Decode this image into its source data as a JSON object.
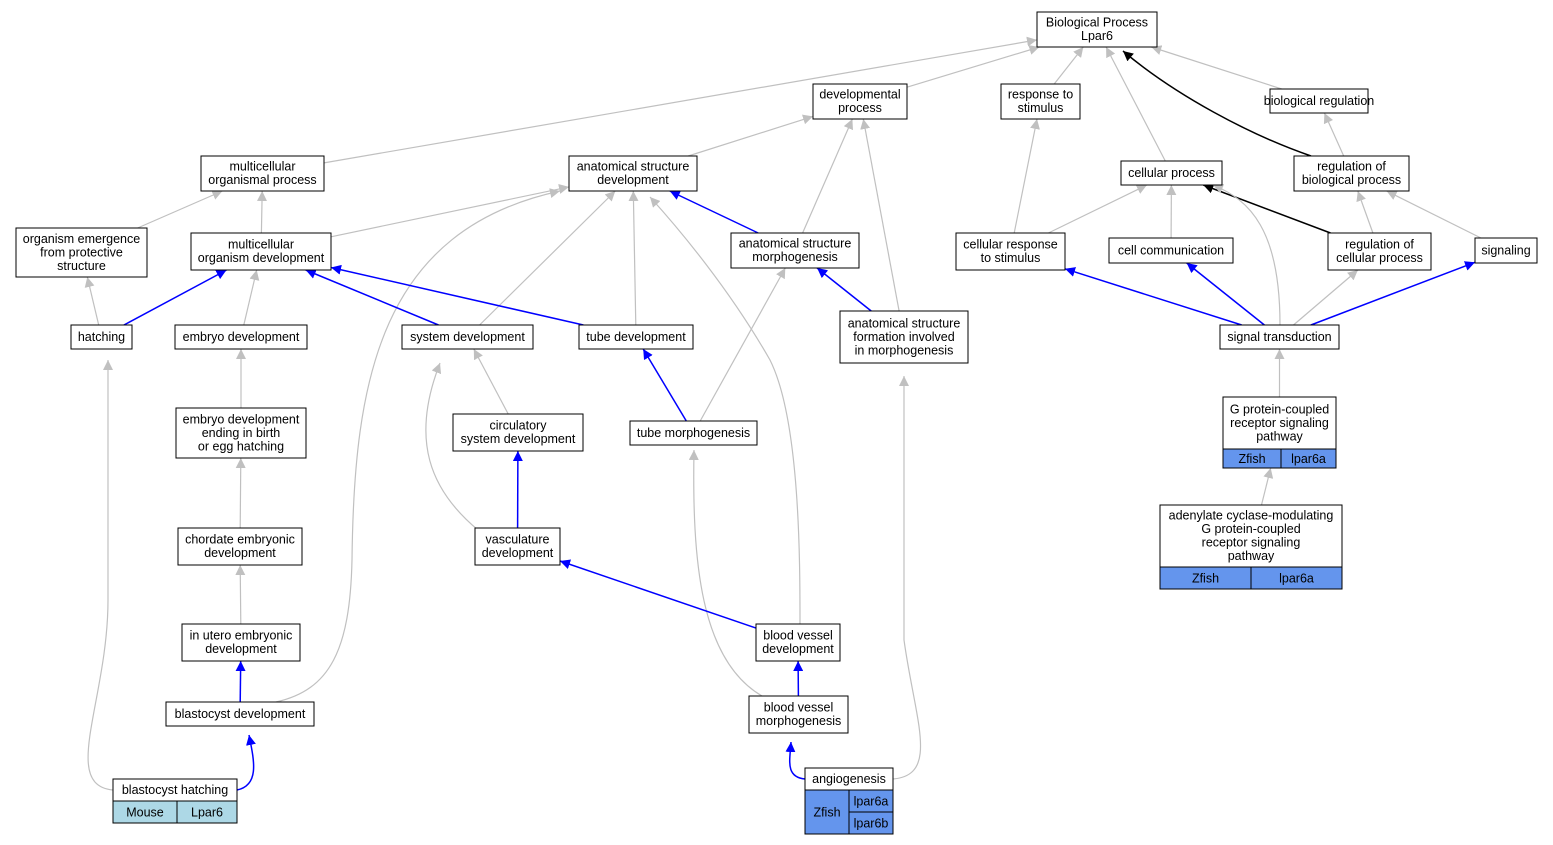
{
  "colors": {
    "gray_edge": "#c0c0c0",
    "blue_edge": "#0000ff",
    "black_edge": "#000000",
    "zfish_fill": "#6495ed",
    "mouse_fill": "#add8e6",
    "node_fill": "#ffffff"
  },
  "nodes": {
    "bp": [
      "Biological Process",
      "Lpar6"
    ],
    "devproc": [
      "developmental",
      "process"
    ],
    "resp": [
      "response to",
      "stimulus"
    ],
    "bioreg": [
      "biological regulation"
    ],
    "mcop": [
      "multicellular",
      "organismal process"
    ],
    "asd": [
      "anatomical structure",
      "development"
    ],
    "cellproc": [
      "cellular process"
    ],
    "regbp": [
      "regulation of",
      "biological process"
    ],
    "orgem": [
      "organism emergence",
      "from protective",
      "structure"
    ],
    "mcod": [
      "multicellular",
      "organism development"
    ],
    "asm": [
      "anatomical structure",
      "morphogenesis"
    ],
    "cellresp": [
      "cellular response",
      "to stimulus"
    ],
    "cellcomm": [
      "cell communication"
    ],
    "regcp": [
      "regulation of",
      "cellular process"
    ],
    "signaling": [
      "signaling"
    ],
    "hatching": [
      "hatching"
    ],
    "embdev": [
      "embryo development"
    ],
    "sysdev": [
      "system development"
    ],
    "tubedev": [
      "tube development"
    ],
    "asf": [
      "anatomical structure",
      "formation involved",
      "in morphogenesis"
    ],
    "sigtrans": [
      "signal transduction"
    ],
    "embend": [
      "embryo development",
      "ending in birth",
      "or egg hatching"
    ],
    "circ": [
      "circulatory",
      "system development"
    ],
    "tubemorph": [
      "tube morphogenesis"
    ],
    "gpcr": [
      "G protein-coupled",
      "receptor signaling",
      "pathway"
    ],
    "chord": [
      "chordate embryonic",
      "development"
    ],
    "vasc": [
      "vasculature",
      "development"
    ],
    "acgpcr": [
      "adenylate cyclase-modulating",
      "G protein-coupled",
      "receptor signaling",
      "pathway"
    ],
    "utero": [
      "in utero embryonic",
      "development"
    ],
    "bvdev": [
      "blood vessel",
      "development"
    ],
    "blastdev": [
      "blastocyst development"
    ],
    "bvmorph": [
      "blood vessel",
      "morphogenesis"
    ],
    "angio": [
      "angiogenesis"
    ],
    "blasthatch": [
      "blastocyst hatching"
    ]
  },
  "annotations": {
    "gpcr": [
      "Zfish",
      "lpar6a"
    ],
    "acgpcr": [
      "Zfish",
      "lpar6a"
    ],
    "blasthatch": [
      "Mouse",
      "Lpar6"
    ],
    "angio": {
      "species": "Zfish",
      "genes": [
        "lpar6a",
        "lpar6b"
      ]
    }
  },
  "edges": [
    {
      "from": "mcop",
      "to": "bp",
      "color": "gray"
    },
    {
      "from": "devproc",
      "to": "bp",
      "color": "gray"
    },
    {
      "from": "resp",
      "to": "bp",
      "color": "gray"
    },
    {
      "from": "cellproc",
      "to": "bp",
      "color": "gray"
    },
    {
      "from": "regbp",
      "to": "bp",
      "color": "black"
    },
    {
      "from": "bioreg",
      "to": "bp",
      "color": "gray"
    },
    {
      "from": "asd",
      "to": "devproc",
      "color": "gray"
    },
    {
      "from": "asm",
      "to": "devproc",
      "color": "gray"
    },
    {
      "from": "asf",
      "to": "devproc",
      "color": "gray"
    },
    {
      "from": "cellresp",
      "to": "resp",
      "color": "gray"
    },
    {
      "from": "regbp",
      "to": "bioreg",
      "color": "gray"
    },
    {
      "from": "orgem",
      "to": "mcop",
      "color": "gray"
    },
    {
      "from": "mcod",
      "to": "mcop",
      "color": "gray"
    },
    {
      "from": "mcod",
      "to": "asd",
      "color": "gray"
    },
    {
      "from": "sysdev",
      "to": "asd",
      "color": "gray"
    },
    {
      "from": "tubedev",
      "to": "asd",
      "color": "gray"
    },
    {
      "from": "asm",
      "to": "asd",
      "color": "blue"
    },
    {
      "from": "bvdev",
      "to": "asd",
      "color": "gray"
    },
    {
      "from": "blastdev",
      "to": "asd",
      "color": "gray"
    },
    {
      "from": "cellresp",
      "to": "cellproc",
      "color": "gray"
    },
    {
      "from": "cellcomm",
      "to": "cellproc",
      "color": "gray"
    },
    {
      "from": "regcp",
      "to": "cellproc",
      "color": "black"
    },
    {
      "from": "sigtrans",
      "to": "cellproc",
      "color": "gray"
    },
    {
      "from": "regcp",
      "to": "regbp",
      "color": "gray"
    },
    {
      "from": "signaling",
      "to": "regbp",
      "color": "gray"
    },
    {
      "from": "hatching",
      "to": "orgem",
      "color": "gray"
    },
    {
      "from": "hatching",
      "to": "mcod",
      "color": "blue"
    },
    {
      "from": "embdev",
      "to": "mcod",
      "color": "gray"
    },
    {
      "from": "sysdev",
      "to": "mcod",
      "color": "blue"
    },
    {
      "from": "tubedev",
      "to": "mcod",
      "color": "blue"
    },
    {
      "from": "tubemorph",
      "to": "asm",
      "color": "gray"
    },
    {
      "from": "asf",
      "to": "asm",
      "color": "blue"
    },
    {
      "from": "sigtrans",
      "to": "cellresp",
      "color": "blue"
    },
    {
      "from": "sigtrans",
      "to": "cellcomm",
      "color": "blue"
    },
    {
      "from": "sigtrans",
      "to": "regcp",
      "color": "gray"
    },
    {
      "from": "sigtrans",
      "to": "signaling",
      "color": "blue"
    },
    {
      "from": "blasthatch",
      "to": "hatching",
      "color": "gray"
    },
    {
      "from": "embend",
      "to": "embdev",
      "color": "gray"
    },
    {
      "from": "circ",
      "to": "sysdev",
      "color": "gray"
    },
    {
      "from": "vasc",
      "to": "sysdev",
      "color": "gray"
    },
    {
      "from": "tubemorph",
      "to": "tubedev",
      "color": "blue"
    },
    {
      "from": "angio",
      "to": "asf",
      "color": "gray"
    },
    {
      "from": "gpcr",
      "to": "sigtrans",
      "color": "gray"
    },
    {
      "from": "chord",
      "to": "embend",
      "color": "gray"
    },
    {
      "from": "vasc",
      "to": "circ",
      "color": "blue"
    },
    {
      "from": "bvmorph",
      "to": "tubemorph",
      "color": "gray"
    },
    {
      "from": "acgpcr",
      "to": "gpcr",
      "color": "gray"
    },
    {
      "from": "utero",
      "to": "chord",
      "color": "gray"
    },
    {
      "from": "bvdev",
      "to": "vasc",
      "color": "blue"
    },
    {
      "from": "blastdev",
      "to": "utero",
      "color": "blue"
    },
    {
      "from": "bvmorph",
      "to": "bvdev",
      "color": "blue"
    },
    {
      "from": "angio",
      "to": "bvmorph",
      "color": "blue"
    },
    {
      "from": "blasthatch",
      "to": "blastdev",
      "color": "blue"
    }
  ]
}
